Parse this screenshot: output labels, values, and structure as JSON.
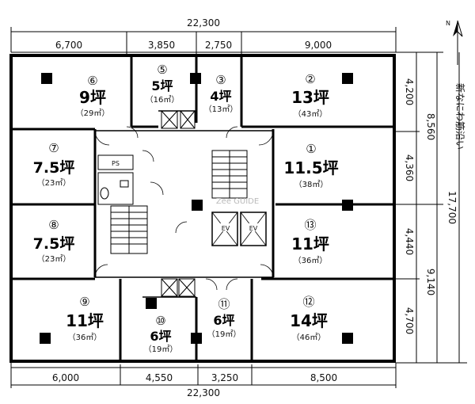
{
  "dimensions": {
    "top_total": "22,300",
    "top_segments": [
      "6,700",
      "3,850",
      "2,750",
      "9,000"
    ],
    "bottom_total": "22,300",
    "bottom_segments": [
      "6,000",
      "4,550",
      "3,250",
      "8,500"
    ],
    "right_inner": [
      "4,200",
      "4,360",
      "4,440",
      "4,700"
    ],
    "right_mid": [
      "8,560",
      "9,140"
    ],
    "right_total": "17,700"
  },
  "street_label": "新なにわ筋沿い",
  "north_label": "N",
  "watermark": "Zee GUIDE",
  "shaft_labels": {
    "ps": "PS",
    "ev1": "EV",
    "ev2": "EV"
  },
  "units": [
    {
      "num": "⑥",
      "tsubo": "9坪",
      "area": "（29㎡）"
    },
    {
      "num": "⑤",
      "tsubo": "5坪",
      "area": "（16㎡）"
    },
    {
      "num": "③",
      "tsubo": "4坪",
      "area": "（13㎡）"
    },
    {
      "num": "②",
      "tsubo": "13坪",
      "area": "（43㎡）"
    },
    {
      "num": "⑦",
      "tsubo": "7.5坪",
      "area": "（23㎡）"
    },
    {
      "num": "①",
      "tsubo": "11.5坪",
      "area": "（38㎡）"
    },
    {
      "num": "⑧",
      "tsubo": "7.5坪",
      "area": "（23㎡）"
    },
    {
      "num": "⑬",
      "tsubo": "11坪",
      "area": "（36㎡）"
    },
    {
      "num": "⑨",
      "tsubo": "11坪",
      "area": "（36㎡）"
    },
    {
      "num": "⑩",
      "tsubo": "6坪",
      "area": "（19㎡）"
    },
    {
      "num": "⑪",
      "tsubo": "6坪",
      "area": "（19㎡）"
    },
    {
      "num": "⑫",
      "tsubo": "14坪",
      "area": "（46㎡）"
    }
  ]
}
